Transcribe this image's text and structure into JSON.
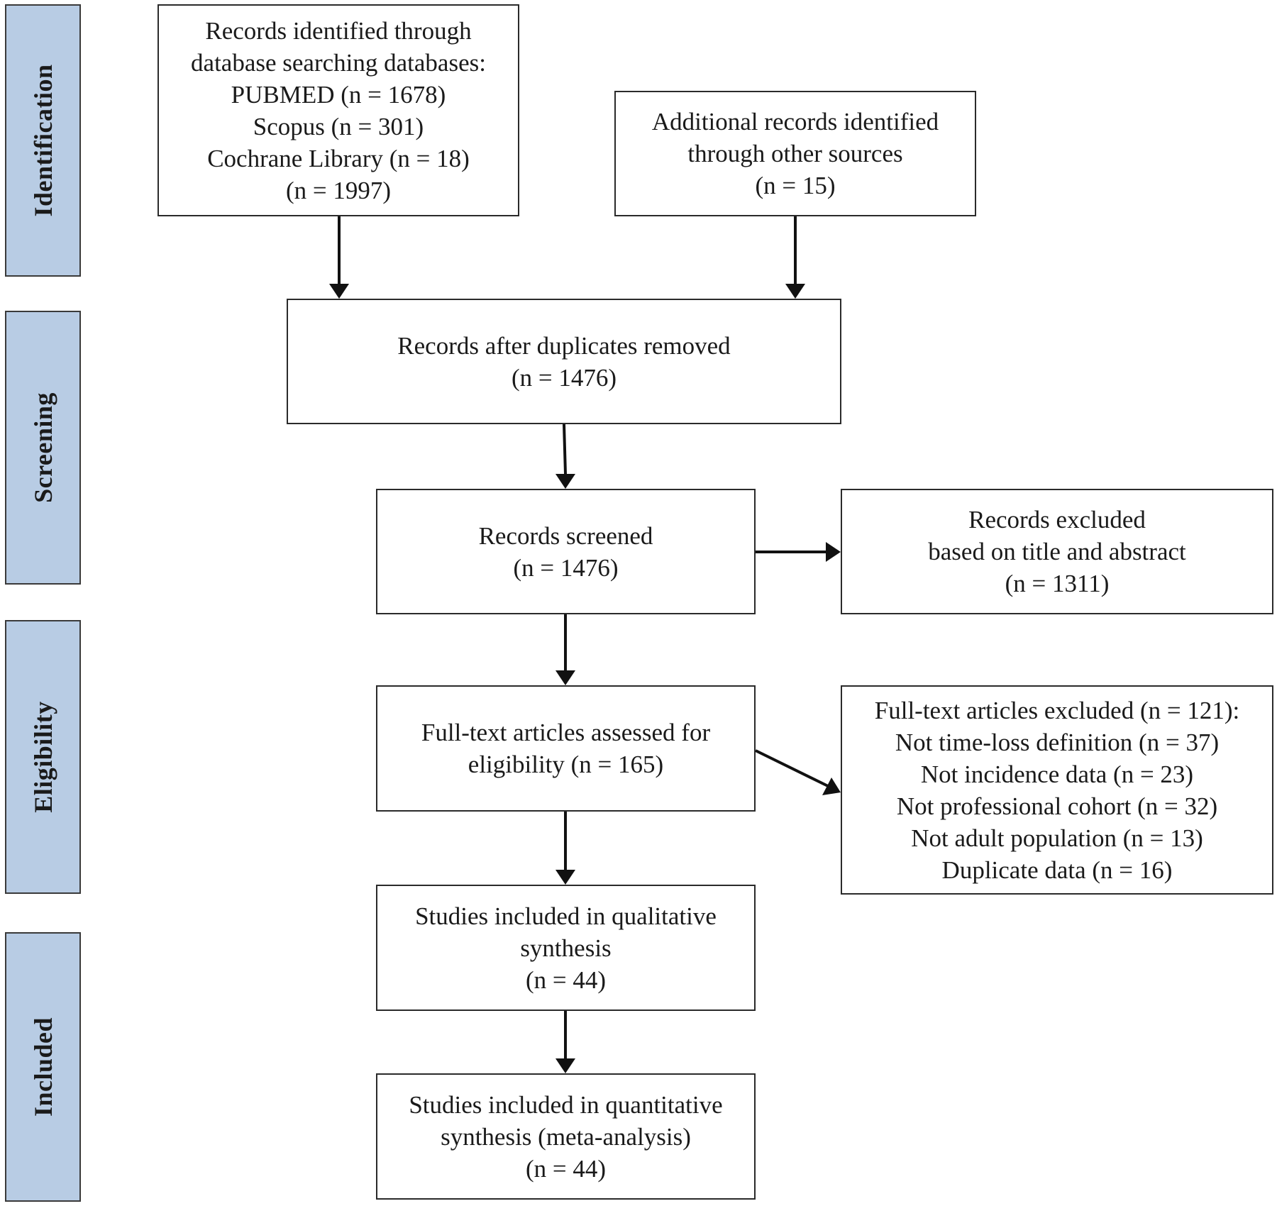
{
  "phases": [
    {
      "id": "identification",
      "label": "Identification"
    },
    {
      "id": "screening",
      "label": "Screening"
    },
    {
      "id": "eligibility",
      "label": "Eligibility"
    },
    {
      "id": "included",
      "label": "Included"
    }
  ],
  "boxes": {
    "database_records": {
      "lines": [
        "Records identified through",
        "database searching databases:",
        "PUBMED (n = 1678)",
        "Scopus (n = 301)",
        "Cochrane Library (n = 18)",
        "(n = 1997)"
      ]
    },
    "other_sources": {
      "lines": [
        "Additional records identified",
        "through other sources",
        "(n = 15)"
      ]
    },
    "duplicates_removed": {
      "lines": [
        "Records after duplicates removed",
        "(n = 1476)"
      ]
    },
    "records_screened": {
      "lines": [
        "Records screened",
        "(n = 1476)"
      ]
    },
    "records_excluded": {
      "lines": [
        "Records excluded",
        "based on title and abstract",
        "(n = 1311)"
      ]
    },
    "fulltext_assessed": {
      "lines": [
        "Full-text articles assessed for",
        "eligibility (n = 165)"
      ]
    },
    "fulltext_excluded": {
      "lines": [
        "Full-text articles excluded (n = 121):",
        "Not time-loss definition (n = 37)",
        "Not incidence data (n = 23)",
        "Not professional cohort (n = 32)",
        "Not adult population (n = 13)",
        "Duplicate data (n = 16)"
      ]
    },
    "qualitative": {
      "lines": [
        "Studies included in qualitative",
        "synthesis",
        "(n = 44)"
      ]
    },
    "quantitative": {
      "lines": [
        "Studies included in quantitative",
        "synthesis (meta-analysis)",
        "(n = 44)"
      ]
    }
  }
}
